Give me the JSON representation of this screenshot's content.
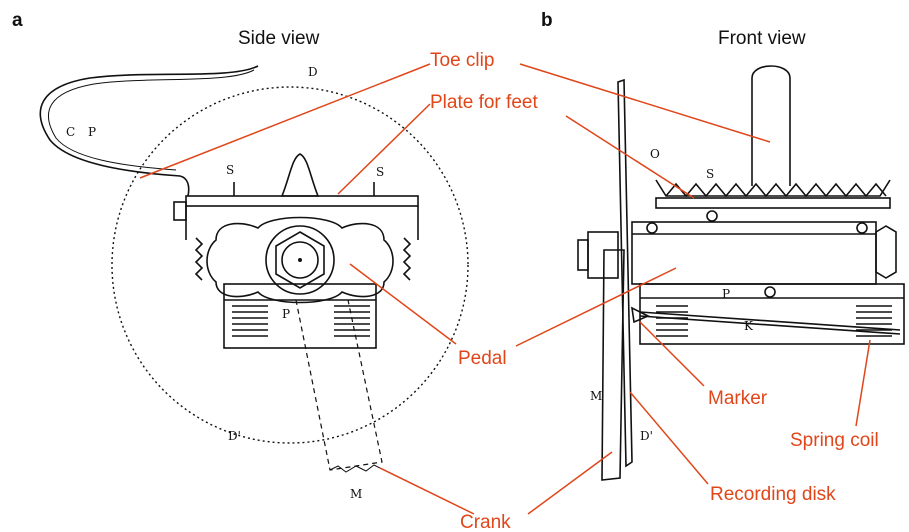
{
  "colors": {
    "ink": "#111111",
    "annotation": "#e0461a",
    "background": "#ffffff"
  },
  "panels": [
    {
      "letter": "a",
      "title": "Side view"
    },
    {
      "letter": "b",
      "title": "Front view"
    }
  ],
  "labels": {
    "toe_clip": "Toe clip",
    "plate_for_feet": "Plate for feet",
    "pedal": "Pedal",
    "marker": "Marker",
    "spring_coil": "Spring coil",
    "crank": "Crank",
    "recording_disk": "Recording disk"
  },
  "drawing_letters": {
    "side": {
      "c": "C",
      "p_top": "P",
      "d": "D",
      "s1": "S",
      "s2": "S",
      "p_mid": "P",
      "d_prime": "D'",
      "m": "M"
    },
    "front": {
      "o": "O",
      "s": "S",
      "p": "P",
      "k": "K",
      "m": "M",
      "d_prime": "D'"
    }
  }
}
